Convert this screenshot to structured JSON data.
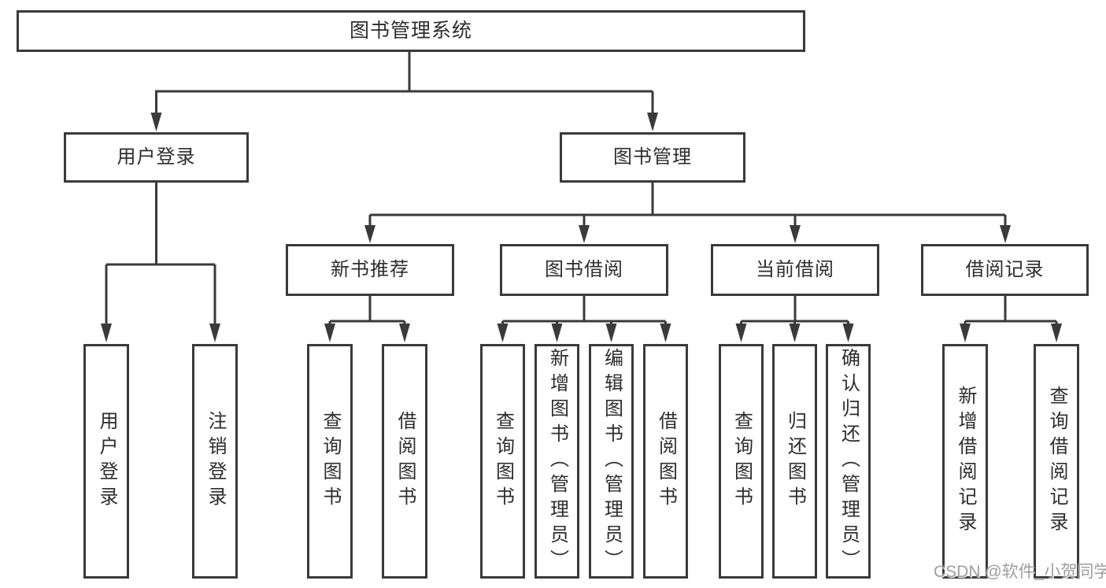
{
  "diagram": {
    "type": "feature-tree",
    "title": "图书管理系统",
    "watermark": "CSDN @软件_小贺同学",
    "colors": {
      "background": "#ffffff",
      "box_border": "#3a3a3a",
      "line": "#3a3a3a",
      "text": "#2d2d2d",
      "watermark": "#9e9e9e"
    },
    "nodes": {
      "root": {
        "label": "图书管理系统"
      },
      "user_login": {
        "label": "用户登录"
      },
      "book_mgmt": {
        "label": "图书管理"
      },
      "new_book": {
        "label": "新书推荐"
      },
      "book_borrow": {
        "label": "图书借阅"
      },
      "current_borrow": {
        "label": "当前借阅"
      },
      "borrow_record": {
        "label": "借阅记录"
      },
      "ul_login": {
        "label": "用户登录"
      },
      "ul_logout": {
        "label": "注销登录"
      },
      "nb_query": {
        "label": "查询图书"
      },
      "nb_borrow": {
        "label": "借阅图书"
      },
      "bb_query": {
        "label": "查询图书"
      },
      "bb_add": {
        "label": "新增图书（管理员）"
      },
      "bb_edit": {
        "label": "编辑图书（管理员）"
      },
      "bb_borrow": {
        "label": "借阅图书"
      },
      "cb_query": {
        "label": "查询图书"
      },
      "cb_return": {
        "label": "归还图书"
      },
      "cb_confirm": {
        "label": "确认归还（管理员）"
      },
      "br_add": {
        "label": "新增借阅记录"
      },
      "br_query": {
        "label": "查询借阅记录"
      }
    },
    "edges": [
      {
        "from": "图书管理系统",
        "to": [
          "用户登录",
          "图书管理"
        ]
      },
      {
        "from": "用户登录",
        "to": [
          "用户登录",
          "注销登录"
        ]
      },
      {
        "from": "图书管理",
        "to": [
          "新书推荐",
          "图书借阅",
          "当前借阅",
          "借阅记录"
        ]
      },
      {
        "from": "新书推荐",
        "to": [
          "查询图书",
          "借阅图书"
        ]
      },
      {
        "from": "图书借阅",
        "to": [
          "查询图书",
          "新增图书（管理员）",
          "编辑图书（管理员）",
          "借阅图书"
        ]
      },
      {
        "from": "当前借阅",
        "to": [
          "查询图书",
          "归还图书",
          "确认归还（管理员）"
        ]
      },
      {
        "from": "借阅记录",
        "to": [
          "新增借阅记录",
          "查询借阅记录"
        ]
      }
    ]
  }
}
